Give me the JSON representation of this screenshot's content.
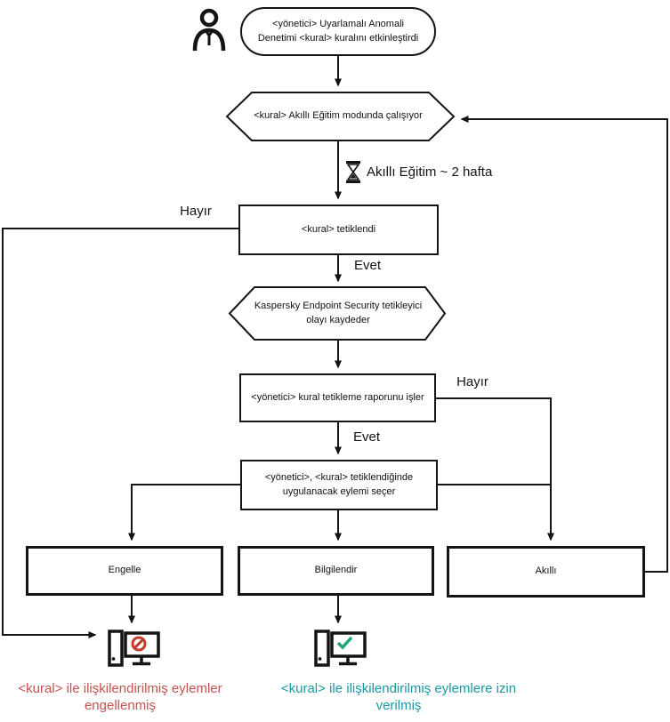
{
  "nodes": {
    "start": {
      "label": "<yönetici> Uyarlamalı Anomali Denetimi <kural> kuralını etkinleştirdi"
    },
    "training_mode": {
      "label": "<kural> Akıllı Eğitim modunda çalışıyor"
    },
    "rule_triggered": {
      "label": "<kural> tetiklendi"
    },
    "log_event": {
      "label": "Kaspersky Endpoint Security tetikleyici olayı kaydeder"
    },
    "process_report": {
      "label": "<yönetici> kural tetikleme raporunu işler"
    },
    "choose_action": {
      "label": "<yönetici>, <kural> tetiklendiğinde uygulanacak eylemi seçer"
    },
    "action_block": {
      "label": "Engelle"
    },
    "action_inform": {
      "label": "Bilgilendir"
    },
    "action_smart": {
      "label": "Akıllı"
    }
  },
  "edge_labels": {
    "no_rule_triggered": "Hayır",
    "yes_rule_triggered": "Evet",
    "no_process_report": "Hayır",
    "yes_process_report": "Evet",
    "training_duration": "Akıllı Eğitim ~ 2 hafta"
  },
  "results": {
    "blocked": {
      "text": "<kural> ile ilişkilendirilmiş eylemler engellenmiş"
    },
    "allowed": {
      "text": "<kural> ile ilişkilendirilmiş eylemlere izin verilmiş"
    }
  },
  "icons": {
    "person": "person-icon",
    "hourglass": "hourglass-icon",
    "computer_blocked": "computer-blocked-icon",
    "computer_allowed": "computer-allowed-icon",
    "prohibition": "prohibition-icon",
    "check": "check-icon"
  },
  "colors": {
    "line": "#141414",
    "blocked_text": "#c4524e",
    "allowed_text": "#1899a5",
    "deny_sign": "#c53a2b",
    "allow_sign": "#1fa37a",
    "node_fill": "#ffffff"
  }
}
